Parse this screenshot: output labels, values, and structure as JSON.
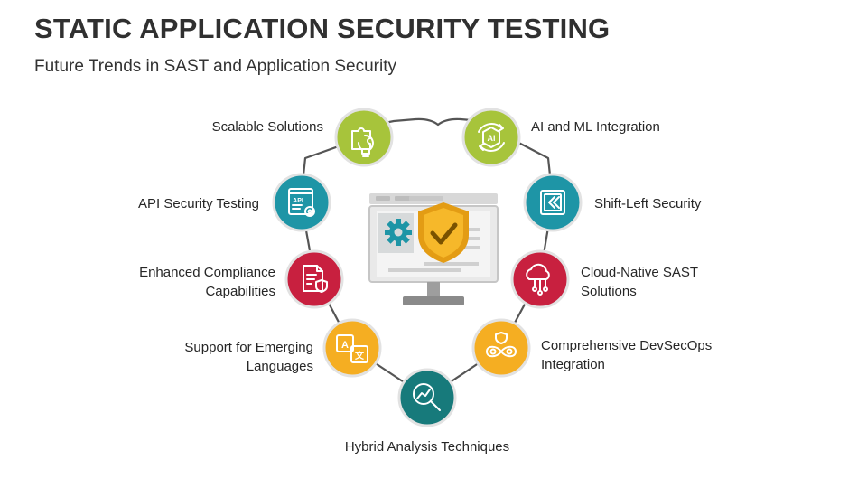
{
  "title": "STATIC APPLICATION SECURITY TESTING",
  "subtitle": "Future Trends in SAST and Application Security",
  "center_icon": "monitor-shield-gear-icon",
  "nodes": [
    {
      "label": "Scalable Solutions",
      "icon": "puzzle-lightbulb-icon",
      "color": "#a7c43b"
    },
    {
      "label": "AI and ML Integration",
      "icon": "ai-cycle-icon",
      "color": "#a7c43b"
    },
    {
      "label": "API Security Testing",
      "icon": "api-gear-icon",
      "color": "#1e95a6"
    },
    {
      "label": "Shift-Left Security",
      "icon": "shift-left-icon",
      "color": "#1e95a6"
    },
    {
      "label": "Enhanced Compliance Capabilities",
      "icon": "compliance-document-icon",
      "color": "#c8203f"
    },
    {
      "label": "Cloud-Native SAST Solutions",
      "icon": "cloud-network-icon",
      "color": "#c8203f"
    },
    {
      "label": "Support for Emerging Languages",
      "icon": "translate-icon",
      "color": "#f5ae22"
    },
    {
      "label": "Comprehensive DevSecOps Integration",
      "icon": "devsecops-loop-icon",
      "color": "#f5ae22"
    },
    {
      "label": "Hybrid Analysis Techniques",
      "icon": "analysis-magnifier-icon",
      "color": "#177a7b"
    }
  ]
}
